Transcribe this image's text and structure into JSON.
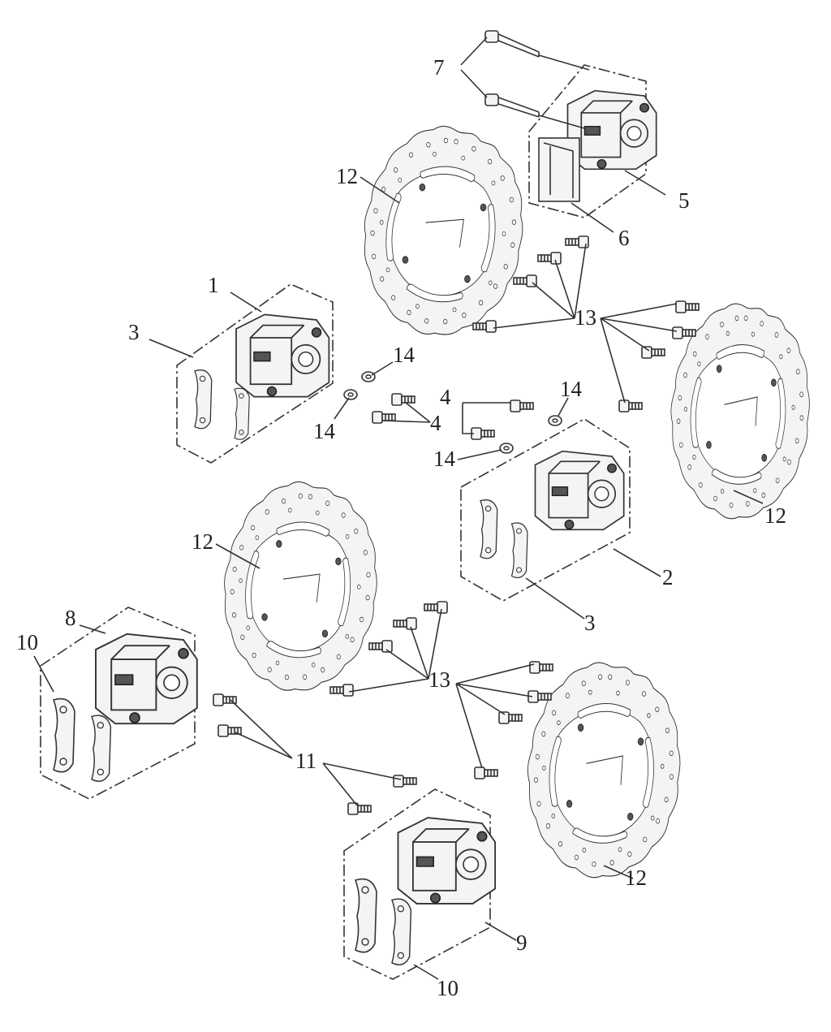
{
  "diagram": {
    "callouts": {
      "c1": "1",
      "c2": "2",
      "c3a": "3",
      "c3b": "3",
      "c4a": "4",
      "c4b": "4",
      "c5": "5",
      "c6": "6",
      "c7": "7",
      "c8": "8",
      "c9": "9",
      "c10a": "10",
      "c10b": "10",
      "c11": "11",
      "c12a": "12",
      "c12b": "12",
      "c12c": "12",
      "c12d": "12",
      "c13a": "13",
      "c13b": "13",
      "c14a": "14",
      "c14b": "14",
      "c14c": "14"
    }
  }
}
